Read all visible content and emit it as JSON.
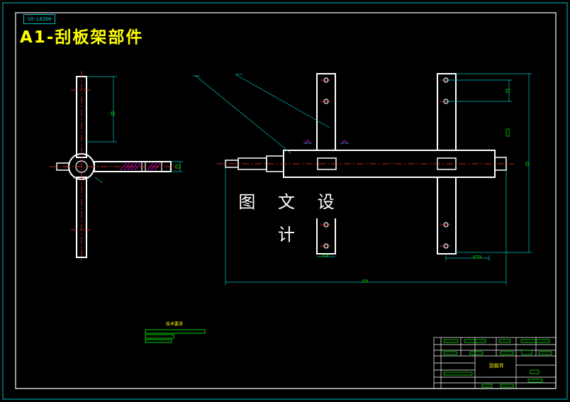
{
  "drawing": {
    "title": "A1-刮板架部件",
    "tag": "10-L028H",
    "watermark": "图 文 设 计",
    "notes_heading": "技术要求",
    "title_block_name": "刮板件"
  },
  "colors": {
    "background": "#000000",
    "outline": "#ffffff",
    "border": "#ffffff",
    "dimension": "#00c0c0",
    "centerline": "#ff3030",
    "annotation": "#00ff00",
    "title": "#ffff00",
    "hatch": "#ff00ff"
  }
}
